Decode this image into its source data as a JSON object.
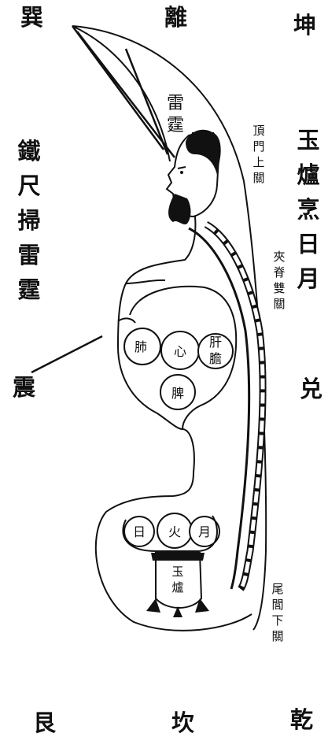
{
  "trigrams": {
    "xun": "巽",
    "li": "離",
    "kun": "坤",
    "zhen": "震",
    "dui": "兑",
    "gen": "艮",
    "kan": "坎",
    "qian": "乾"
  },
  "text_left_vertical": "鐵尺掃雷霆",
  "text_right_vertical": "玉爐烹日月",
  "thunder_label": "雷霆",
  "passes": {
    "top": "頂門上關",
    "middle": "夾脊雙關",
    "bottom": "尾閭下關"
  },
  "organs": {
    "lung": "肺",
    "heart": "心",
    "liver": "肝",
    "gall": "膽",
    "spleen": "脾",
    "sun": "日",
    "fire": "火",
    "moon": "月",
    "furnace": "玉爐"
  },
  "colors": {
    "ink": "#111111",
    "paper": "#ffffff"
  }
}
